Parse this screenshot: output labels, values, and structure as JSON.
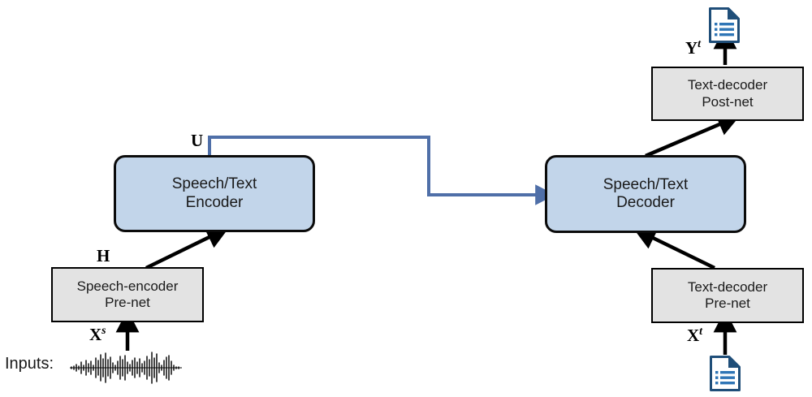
{
  "diagram": {
    "title_text": "",
    "colors": {
      "box_blue_fill": "#c2d5ea",
      "box_gray_fill": "#e3e3e3",
      "box_border": "#000000",
      "connector_blue": "#4f6fa8",
      "connector_black": "#000000",
      "doc_icon_blue": "#1f4e79",
      "doc_icon_accent": "#2e75b6"
    },
    "boxes": [
      {
        "id": "speech-encoder-prenet",
        "line1": "Speech-encoder",
        "line2": "Pre-net",
        "style": "gray"
      },
      {
        "id": "speech-text-encoder",
        "line1": "Speech/Text",
        "line2": "Encoder",
        "style": "blue"
      },
      {
        "id": "speech-text-decoder",
        "line1": "Speech/Text",
        "line2": "Decoder",
        "style": "blue"
      },
      {
        "id": "text-decoder-prenet",
        "line1": "Text-decoder",
        "line2": "Pre-net",
        "style": "gray"
      },
      {
        "id": "text-decoder-postnet",
        "line1": "Text-decoder",
        "line2": "Post-net",
        "style": "gray"
      }
    ],
    "math_labels": [
      {
        "id": "label-H",
        "base": "H",
        "sup": ""
      },
      {
        "id": "label-U",
        "base": "U",
        "sup": ""
      },
      {
        "id": "label-Xs",
        "base": "X",
        "sup": "s"
      },
      {
        "id": "label-Xt",
        "base": "X",
        "sup": "t"
      },
      {
        "id": "label-Yt",
        "base": "Y",
        "sup": "t"
      }
    ],
    "inputs_label": "Inputs:",
    "icons": [
      {
        "id": "speech-waveform-icon",
        "name": "audio-waveform-icon"
      },
      {
        "id": "text-document-input-icon",
        "name": "document-icon"
      },
      {
        "id": "text-document-output-icon",
        "name": "document-icon"
      }
    ],
    "connectors": [
      {
        "id": "prenet-to-encoder",
        "kind": "black-arrow"
      },
      {
        "id": "encoder-to-decoder",
        "kind": "blue-arrow"
      },
      {
        "id": "text-prenet-to-decoder",
        "kind": "black-arrow"
      },
      {
        "id": "decoder-to-postnet",
        "kind": "black-arrow"
      },
      {
        "id": "waveform-to-prenet",
        "kind": "black-arrow"
      },
      {
        "id": "document-to-text-prenet",
        "kind": "black-arrow"
      },
      {
        "id": "postnet-to-document",
        "kind": "black-arrow"
      }
    ]
  }
}
